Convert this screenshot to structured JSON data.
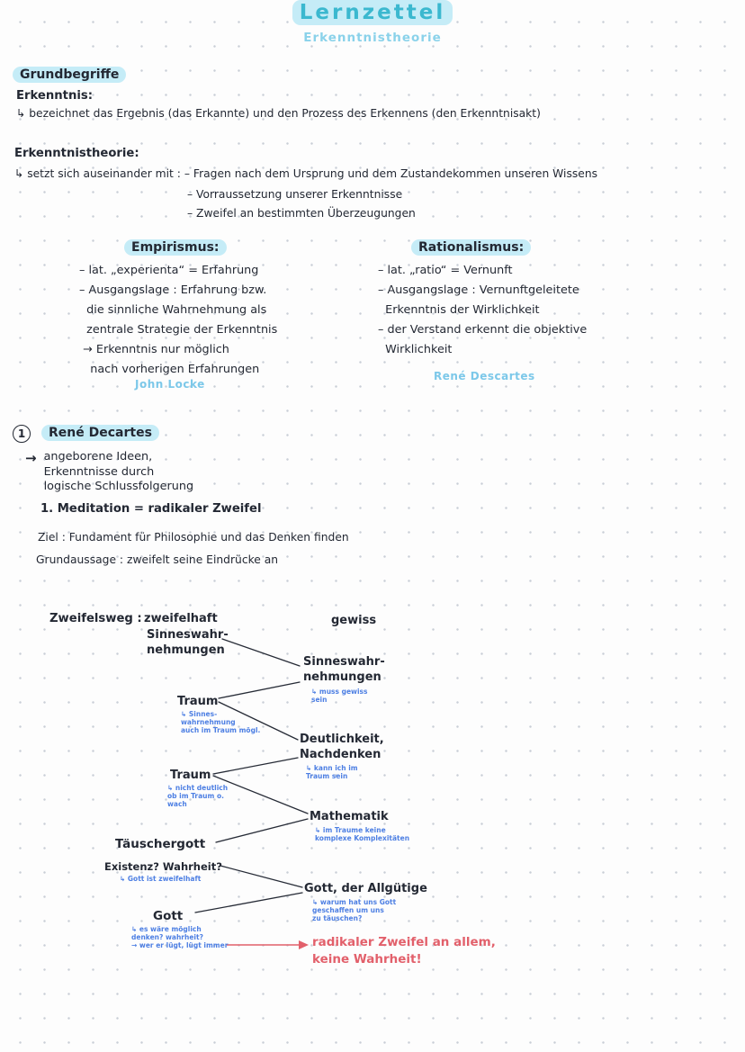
{
  "header": {
    "title": "Lernzettel",
    "subtitle": "Erkenntnistheorie"
  },
  "grundbegriffe": {
    "heading": "Grundbegriffe",
    "erkenntnis_label": "Erkenntnis:",
    "erkenntnis_definition": "↳ bezeichnet das Ergebnis (das Erkannte) und den Prozess des Erkennens (den Erkenntnisakt)",
    "theorie_label": "Erkenntnistheorie:",
    "theorie_line1": "↳ setzt sich auseinander mit : – Fragen nach dem Ursprung und dem Zustandekommen unseren Wissens",
    "theorie_line2": "– Vorraussetzung unserer Erkenntnisse",
    "theorie_line3": "– Zweifel an bestimmten Überzeugungen"
  },
  "empirismus": {
    "heading": "Empirismus:",
    "body": "– lat. „experienta“ = Erfahrung\n– Ausgangslage : Erfahrung bzw.\n  die sinnliche Wahrnehmung als\n  zentrale Strategie der Erkenntnis\n → Erkenntnis nur möglich\n   nach vorherigen Erfahrungen",
    "author": "John Locke"
  },
  "rationalismus": {
    "heading": "Rationalismus:",
    "body": "– lat. „ratio“ = Vernunft\n– Ausgangslage : Vernunftgeleitete\n  Erkenntnis der Wirklichkeit\n– der Verstand erkennt die objektive\n  Wirklichkeit",
    "author": "René Descartes"
  },
  "descartes": {
    "number": "1",
    "heading": "René Decartes",
    "arrow": "→",
    "idea": "angeborene Ideen,\nErkenntnisse durch\nlogische Schlussfolgerung",
    "meditation": "1. Meditation = radikaler Zweifel",
    "ziel": "Ziel : Fundament für Philosophie und das Denken finden",
    "grundaussage": "Grundaussage : zweifelt seine Eindrücke an"
  },
  "diagram": {
    "label": "Zweifelsweg :",
    "columns": {
      "left": "zweifelhaft",
      "right": "gewiss"
    },
    "left_nodes": [
      {
        "text": "Sinneswahr-\nnehmungen",
        "note": ""
      },
      {
        "text": "Traum",
        "note": "↳ Sinnes-\nwahrnehmung\nauch im Traum mögl."
      },
      {
        "text": "Traum",
        "note": "↳ nicht deutlich\nob im Traum o.\nwach"
      },
      {
        "text": "Täuschergott",
        "note": ""
      },
      {
        "text": "Existenz? Wahrheit?",
        "note": "↳ Gott ist zweifelhaft"
      },
      {
        "text": "Gott",
        "note": "↳ es wäre möglich\ndenken?  wahrheit?\n→ wer er lügt, lügt immer"
      }
    ],
    "right_nodes": [
      {
        "text": "Sinneswahr-\nnehmungen",
        "note": "↳ muss gewiss\nsein"
      },
      {
        "text": "Deutlichkeit,\nNachdenken",
        "note": "↳ kann ich im\nTraum sein"
      },
      {
        "text": "Mathematik",
        "note": "↳ im Traume keine\nkomplexe Komplexitäten"
      },
      {
        "text": "Gott, der Allgütige",
        "note": "↳ warum hat uns Gott\ngeschaffen um uns\nzu täuschen?"
      }
    ]
  },
  "conclusion": {
    "text": "radikaler Zweifel an allem,\nkeine Wahrheit!"
  },
  "colors": {
    "highlight": "#c5ecf7",
    "title": "#3bb8cf",
    "annotation_blue": "#4d7fe3",
    "accent_red": "#e2606b",
    "ink": "#232833"
  }
}
